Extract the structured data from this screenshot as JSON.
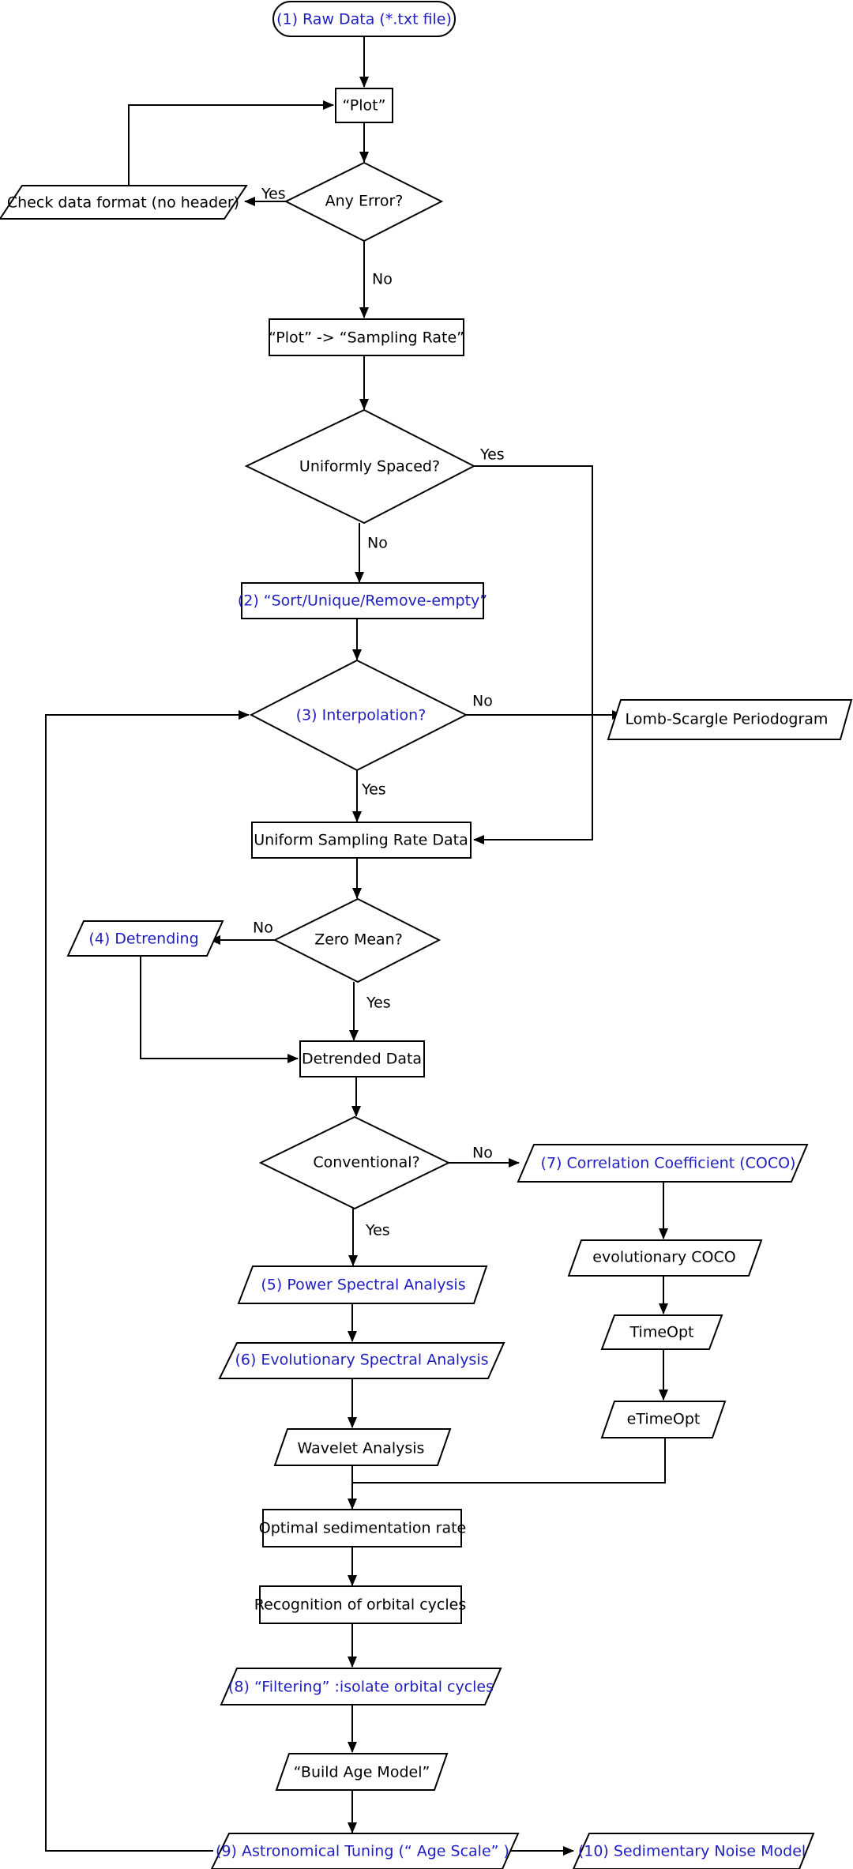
{
  "colors": {
    "step": "#1f1fbf",
    "text": "#000000",
    "line": "#000000",
    "background": "#ffffff"
  },
  "nodes": {
    "raw_data": "(1) Raw Data (*.txt file)",
    "plot": "“Plot”",
    "any_error": "Any Error?",
    "check_format": "Check data format (no header)",
    "plot_sampling": "“Plot” -> “Sampling Rate”",
    "uniformly_spaced": "Uniformly Spaced?",
    "sort_unique": "(2) “Sort/Unique/Remove-empty”",
    "interpolation": "(3) Interpolation?",
    "lomb_scargle": "Lomb-Scargle Periodogram",
    "uniform_data": "Uniform Sampling Rate Data",
    "zero_mean": "Zero Mean?",
    "detrending": "(4) Detrending",
    "detrended_data": "Detrended Data",
    "conventional": "Conventional?",
    "coco": "(7) Correlation Coefficient (COCO)",
    "evo_coco": "evolutionary COCO",
    "timeopt": "TimeOpt",
    "etimeopt": "eTimeOpt",
    "power_spectral": "(5) Power Spectral Analysis",
    "evo_spectral": "(6) Evolutionary Spectral Analysis",
    "wavelet": "Wavelet Analysis",
    "optimal_sed": "Optimal sedimentation rate",
    "recognition": "Recognition of orbital cycles",
    "filtering": "(8) “Filtering” :isolate orbital cycles",
    "build_age": "“Build Age Model”",
    "astro_tuning": "(9) Astronomical Tuning (“ Age Scale” )",
    "sed_noise": "(10) Sedimentary Noise Model"
  },
  "edge_labels": {
    "error_yes": "Yes",
    "error_no": "No",
    "uniform_yes": "Yes",
    "uniform_no": "No",
    "interp_no": "No",
    "interp_yes": "Yes",
    "zero_no": "No",
    "zero_yes": "Yes",
    "conv_no": "No",
    "conv_yes": "Yes"
  }
}
